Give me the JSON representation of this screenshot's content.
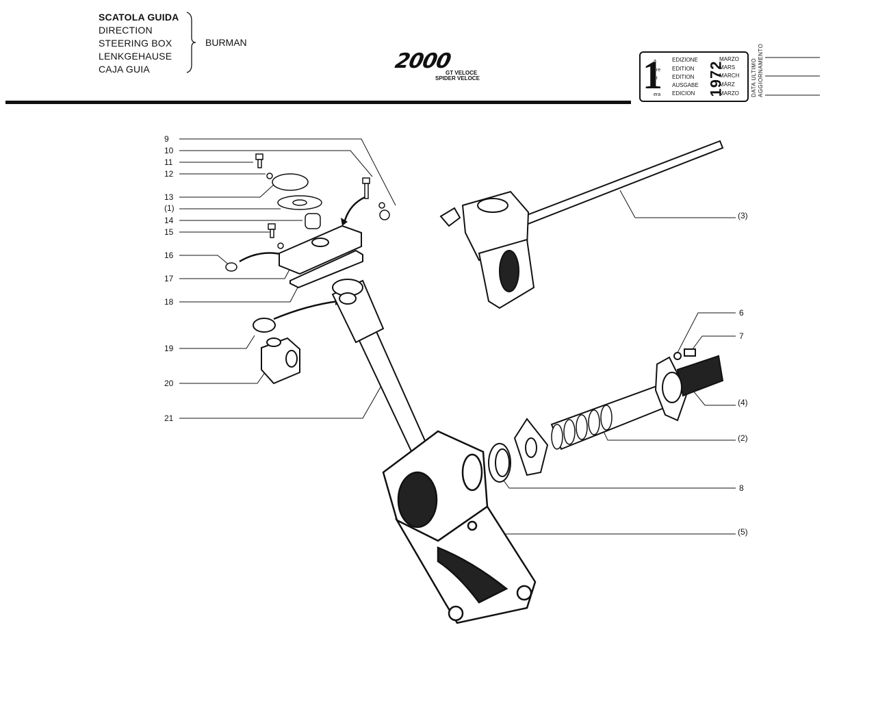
{
  "header": {
    "titles": [
      "SCATOLA GUIDA",
      "DIRECTION",
      "STEERING BOX",
      "LENKGEHAUSE",
      "CAJA GUIA"
    ],
    "maker": "BURMAN",
    "model_logo": "2000",
    "model_variants": [
      "GT VELOCE",
      "SPIDER VELOCE"
    ]
  },
  "edition_box": {
    "number": "1",
    "suffixes": [
      "a",
      "ère",
      "st",
      ".",
      "era"
    ],
    "words": [
      "EDIZIONE",
      "EDITION",
      "EDITION",
      "AUSGABE",
      "EDICION"
    ],
    "months": [
      "MARZO",
      "MARS",
      "MARCH",
      "MÄRZ",
      "MARZO"
    ],
    "year": "1972",
    "update_labels": [
      "DATA ULTIMO",
      "AGGIORNAMENTO"
    ]
  },
  "callouts_left": [
    "9",
    "10",
    "11",
    "12",
    "13",
    "(1)",
    "14",
    "15",
    "16",
    "17",
    "18",
    "19",
    "20",
    "21"
  ],
  "callouts_right": [
    "(3)",
    "6",
    "7",
    "(4)",
    "(2)",
    "8",
    "(5)"
  ]
}
